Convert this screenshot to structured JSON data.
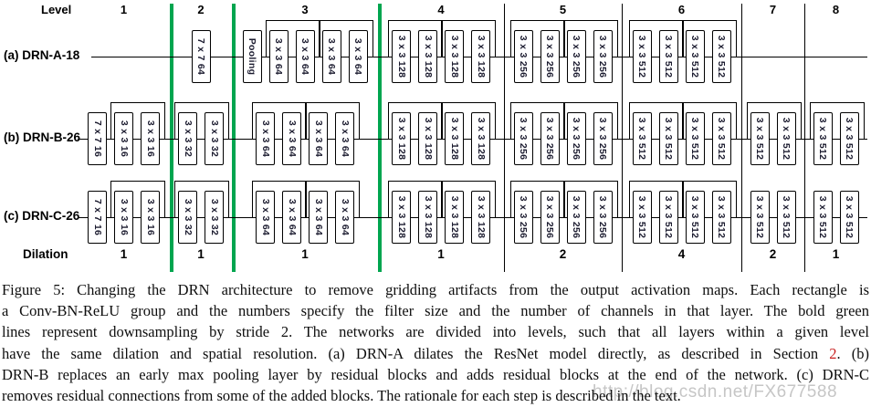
{
  "figure": {
    "header_label": "Level",
    "dilation_label": "Dilation",
    "levels": [
      "1",
      "2",
      "3",
      "4",
      "5",
      "6",
      "7",
      "8"
    ],
    "dilation_values": [
      "1",
      "1",
      "1",
      "1",
      "2",
      "4",
      "2",
      "1"
    ],
    "colors": {
      "downsample_line": "#00A54F",
      "separator_line": "#000000",
      "section_link": "#c81e1e",
      "watermark": "#c6c6c6"
    },
    "rows": [
      {
        "label": "(a) DRN-A-18",
        "cells": [
          {
            "level": 1,
            "boxes": [],
            "arcs": []
          },
          {
            "level": 2,
            "boxes": [
              "7 x 7 64"
            ],
            "arcs": []
          },
          {
            "level": 3,
            "boxes": [
              "Pooling",
              "3 x 3 64",
              "3 x 3 64",
              "3 x 3 64",
              "3 x 3 64"
            ],
            "arcs": [
              [
                1,
                2
              ],
              [
                3,
                4
              ]
            ]
          },
          {
            "level": 4,
            "boxes": [
              "3 x 3 128",
              "3 x 3 128",
              "3 x 3 128",
              "3 x 3 128"
            ],
            "arcs": [
              [
                0,
                1
              ],
              [
                2,
                3
              ]
            ]
          },
          {
            "level": 5,
            "boxes": [
              "3 x 3 256",
              "3 x 3 256",
              "3 x 3 256",
              "3 x 3 256"
            ],
            "arcs": [
              [
                0,
                1
              ],
              [
                2,
                3
              ]
            ]
          },
          {
            "level": 6,
            "boxes": [
              "3 x 3 512",
              "3 x 3 512",
              "3 x 3 512",
              "3 x 3 512"
            ],
            "arcs": [
              [
                0,
                1
              ],
              [
                2,
                3
              ]
            ]
          },
          {
            "level": 7,
            "boxes": [],
            "arcs": []
          },
          {
            "level": 8,
            "boxes": [],
            "arcs": []
          }
        ]
      },
      {
        "label": "(b) DRN-B-26",
        "cells": [
          {
            "level": 1,
            "boxes": [
              "7 x 7 16",
              "3 x 3 16",
              "3 x 3 16"
            ],
            "arcs": [
              [
                1,
                2
              ]
            ]
          },
          {
            "level": 2,
            "boxes": [
              "3 x 3 32",
              "3 x 3 32"
            ],
            "arcs": [
              [
                0,
                1
              ]
            ]
          },
          {
            "level": 3,
            "boxes": [
              "3 x 3 64",
              "3 x 3 64",
              "3 x 3 64",
              "3 x 3 64"
            ],
            "arcs": [
              [
                0,
                1
              ],
              [
                2,
                3
              ]
            ]
          },
          {
            "level": 4,
            "boxes": [
              "3 x 3 128",
              "3 x 3 128",
              "3 x 3 128",
              "3 x 3 128"
            ],
            "arcs": [
              [
                0,
                1
              ],
              [
                2,
                3
              ]
            ]
          },
          {
            "level": 5,
            "boxes": [
              "3 x 3 256",
              "3 x 3 256",
              "3 x 3 256",
              "3 x 3 256"
            ],
            "arcs": [
              [
                0,
                1
              ],
              [
                2,
                3
              ]
            ]
          },
          {
            "level": 6,
            "boxes": [
              "3 x 3 512",
              "3 x 3 512",
              "3 x 3 512",
              "3 x 3 512"
            ],
            "arcs": [
              [
                0,
                1
              ],
              [
                2,
                3
              ]
            ]
          },
          {
            "level": 7,
            "boxes": [
              "3 x 3 512",
              "3 x 3 512"
            ],
            "arcs": [
              [
                0,
                1
              ]
            ]
          },
          {
            "level": 8,
            "boxes": [
              "3 x 3 512",
              "3 x 3 512"
            ],
            "arcs": [
              [
                0,
                1
              ]
            ]
          }
        ]
      },
      {
        "label": "(c) DRN-C-26",
        "cells": [
          {
            "level": 1,
            "boxes": [
              "7 x 7 16",
              "3 x 3 16",
              "3 x 3 16"
            ],
            "arcs": [
              [
                1,
                2
              ]
            ]
          },
          {
            "level": 2,
            "boxes": [
              "3 x 3 32",
              "3 x 3 32"
            ],
            "arcs": [
              [
                0,
                1
              ]
            ]
          },
          {
            "level": 3,
            "boxes": [
              "3 x 3 64",
              "3 x 3 64",
              "3 x 3 64",
              "3 x 3 64"
            ],
            "arcs": [
              [
                0,
                1
              ],
              [
                2,
                3
              ]
            ]
          },
          {
            "level": 4,
            "boxes": [
              "3 x 3 128",
              "3 x 3 128",
              "3 x 3 128",
              "3 x 3 128"
            ],
            "arcs": [
              [
                0,
                1
              ],
              [
                2,
                3
              ]
            ]
          },
          {
            "level": 5,
            "boxes": [
              "3 x 3 256",
              "3 x 3 256",
              "3 x 3 256",
              "3 x 3 256"
            ],
            "arcs": [
              [
                0,
                1
              ],
              [
                2,
                3
              ]
            ]
          },
          {
            "level": 6,
            "boxes": [
              "3 x 3 512",
              "3 x 3 512",
              "3 x 3 512",
              "3 x 3 512"
            ],
            "arcs": [
              [
                0,
                1
              ],
              [
                2,
                3
              ]
            ]
          },
          {
            "level": 7,
            "boxes": [
              "3 x 3 512",
              "3 x 3 512"
            ],
            "arcs": []
          },
          {
            "level": 8,
            "boxes": [
              "3 x 3 512",
              "3 x 3 512"
            ],
            "arcs": []
          }
        ]
      }
    ]
  },
  "caption": {
    "lines": [
      [
        {
          "t": "Figure 5: Changing the DRN architecture to remove gridding artifacts from the output activation maps. Each rectangle is"
        }
      ],
      [
        {
          "t": "a Conv-BN-ReLU group and the numbers specify the filter size and the number of channels in that layer. The bold green"
        }
      ],
      [
        {
          "t": "lines represent downsampling by stride 2. The networks are divided into levels, such that all layers within a given level"
        }
      ],
      [
        {
          "t": "have the same dilation and spatial resolution. (a) DRN-A dilates the ResNet model directly, as described in Section "
        },
        {
          "t": "2",
          "link": true
        },
        {
          "t": ". (b)"
        }
      ],
      [
        {
          "t": "DRN-B replaces an early max pooling layer by residual blocks and adds residual blocks at the end of the network. (c) DRN-C"
        }
      ],
      [
        {
          "t": "removes residual connections from some of the added blocks. The rationale for each step is described in the text."
        }
      ]
    ]
  },
  "watermark": "http://blog.csdn.net/FX677588"
}
